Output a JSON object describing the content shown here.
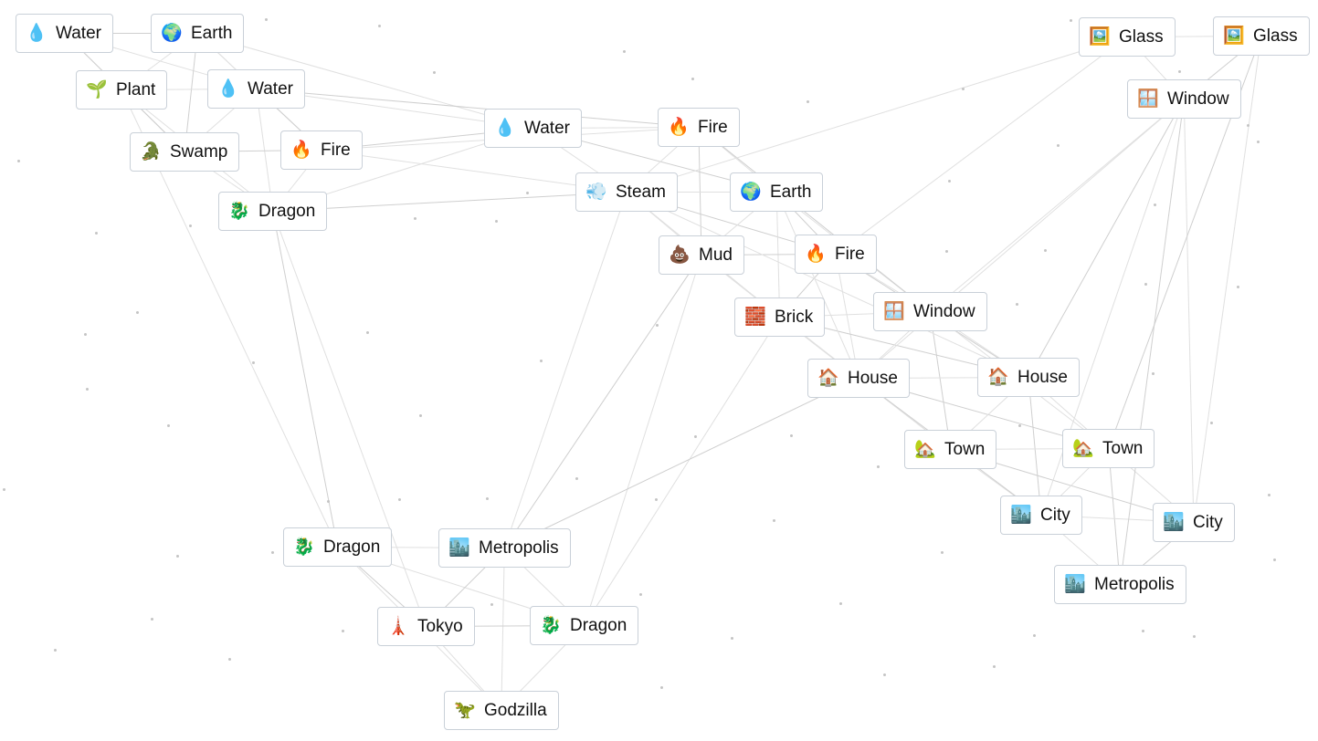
{
  "elements": [
    {
      "label": "Water",
      "icon": "water-drop-icon",
      "emoji": "💧"
    },
    {
      "label": "Earth",
      "icon": "globe-icon",
      "emoji": "🌍"
    },
    {
      "label": "Plant",
      "icon": "seedling-icon",
      "emoji": "🌱"
    },
    {
      "label": "Water",
      "icon": "water-drop-icon",
      "emoji": "💧"
    },
    {
      "label": "Swamp",
      "icon": "swamp-creature-icon",
      "emoji": "🐊"
    },
    {
      "label": "Fire",
      "icon": "fire-icon",
      "emoji": "🔥"
    },
    {
      "label": "Dragon",
      "icon": "dragon-icon",
      "emoji": "🐉"
    },
    {
      "label": "Water",
      "icon": "water-drop-icon",
      "emoji": "💧"
    },
    {
      "label": "Fire",
      "icon": "fire-icon",
      "emoji": "🔥"
    },
    {
      "label": "Steam",
      "icon": "steam-icon",
      "emoji": "💨"
    },
    {
      "label": "Earth",
      "icon": "globe-icon",
      "emoji": "🌍"
    },
    {
      "label": "Mud",
      "icon": "mud-icon",
      "emoji": "💩"
    },
    {
      "label": "Fire",
      "icon": "fire-icon",
      "emoji": "🔥"
    },
    {
      "label": "Brick",
      "icon": "brick-icon",
      "emoji": "🧱"
    },
    {
      "label": "Window",
      "icon": "window-icon",
      "emoji": "🪟"
    },
    {
      "label": "House",
      "icon": "house-icon",
      "emoji": "🏠"
    },
    {
      "label": "House",
      "icon": "house-icon",
      "emoji": "🏠"
    },
    {
      "label": "Town",
      "icon": "town-icon",
      "emoji": "🏡"
    },
    {
      "label": "Town",
      "icon": "town-icon",
      "emoji": "🏡"
    },
    {
      "label": "City",
      "icon": "city-icon",
      "emoji": "🏙️"
    },
    {
      "label": "City",
      "icon": "city-icon",
      "emoji": "🏙️"
    },
    {
      "label": "Metropolis",
      "icon": "metropolis-icon",
      "emoji": "🏙️"
    },
    {
      "label": "Glass",
      "icon": "glass-icon",
      "emoji": "🖼️"
    },
    {
      "label": "Glass",
      "icon": "glass-icon",
      "emoji": "🖼️"
    },
    {
      "label": "Window",
      "icon": "window-icon",
      "emoji": "🪟"
    },
    {
      "label": "Dragon",
      "icon": "dragon-icon",
      "emoji": "🐉"
    },
    {
      "label": "Metropolis",
      "icon": "metropolis-icon",
      "emoji": "🏙️"
    },
    {
      "label": "Tokyo",
      "icon": "tokyo-tower-icon",
      "emoji": "🗼"
    },
    {
      "label": "Dragon",
      "icon": "dragon-icon",
      "emoji": "🐉"
    },
    {
      "label": "Godzilla",
      "icon": "dinosaur-icon",
      "emoji": "🦖"
    }
  ]
}
